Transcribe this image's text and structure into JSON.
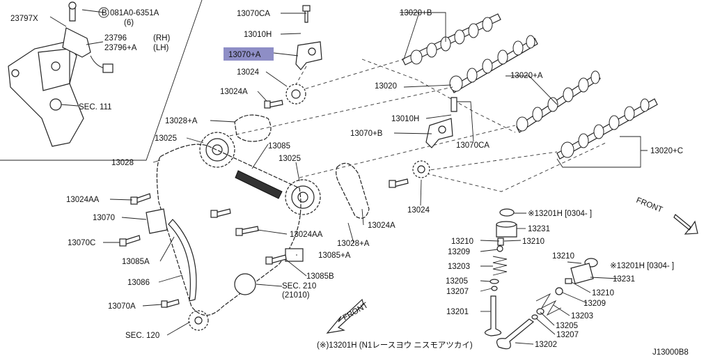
{
  "diagram_id": "J13000B8",
  "footnote": "(※)13201H (N1レースヨウ ニスモアツカイ)",
  "front_label": "FRONT",
  "highlight_color": "#8e8ec6",
  "labels": {
    "p23797x": "23797X",
    "bolt_code": "081A0-6351A",
    "bolt_qty": "(6)",
    "p23796": "23796",
    "rh": "(RH)",
    "p23796a": "23796+A",
    "lh": "(LH)",
    "sec111": "SEC. 111",
    "p13070ca_top": "13070CA",
    "p13010h_top": "13010H",
    "p13070a_hl": "13070+A",
    "p13024_top": "13024",
    "p13024a_top": "13024A",
    "p13028a_top": "13028+A",
    "p13025_left": "13025",
    "p13028": "13028",
    "p13085": "13085",
    "p13025_mid": "13025",
    "p13024aa_left": "13024AA",
    "p13070": "13070",
    "p13070c": "13070C",
    "p13085a": "13085A",
    "p13086": "13086",
    "p13070a": "13070A",
    "sec120": "SEC. 120",
    "p13020b": "13020+B",
    "p13020": "13020",
    "p13020a": "13020+A",
    "p13010h_mid": "13010H",
    "p13070b": "13070+B",
    "p13070ca_mid": "13070CA",
    "p13020c": "13020+C",
    "p13024_mid": "13024",
    "p13024a_mid": "13024A",
    "p13028a_mid": "13028+A",
    "p13024aa_mid": "13024AA",
    "p13085a_plus": "13085+A",
    "p13085b": "13085B",
    "sec210": "SEC. 210",
    "sec210_sub": "(21010)",
    "p13201h_top": "※13201H [0304-  ]",
    "p13231_top": "13231",
    "p13210_l": "13210",
    "p13210_r": "13210",
    "p13209_l": "13209",
    "p13203_l": "13203",
    "p13205_l": "13205",
    "p13207_l": "13207",
    "p13201_l": "13201",
    "p13210_r2": "13210",
    "p13201h_r": "※13201H [0304-  ]",
    "p13231_r": "13231",
    "p13210_r3": "13210",
    "p13209_r": "13209",
    "p13203_r": "13203",
    "p13205_r": "13205",
    "p13207_r": "13207",
    "p13202": "13202"
  }
}
